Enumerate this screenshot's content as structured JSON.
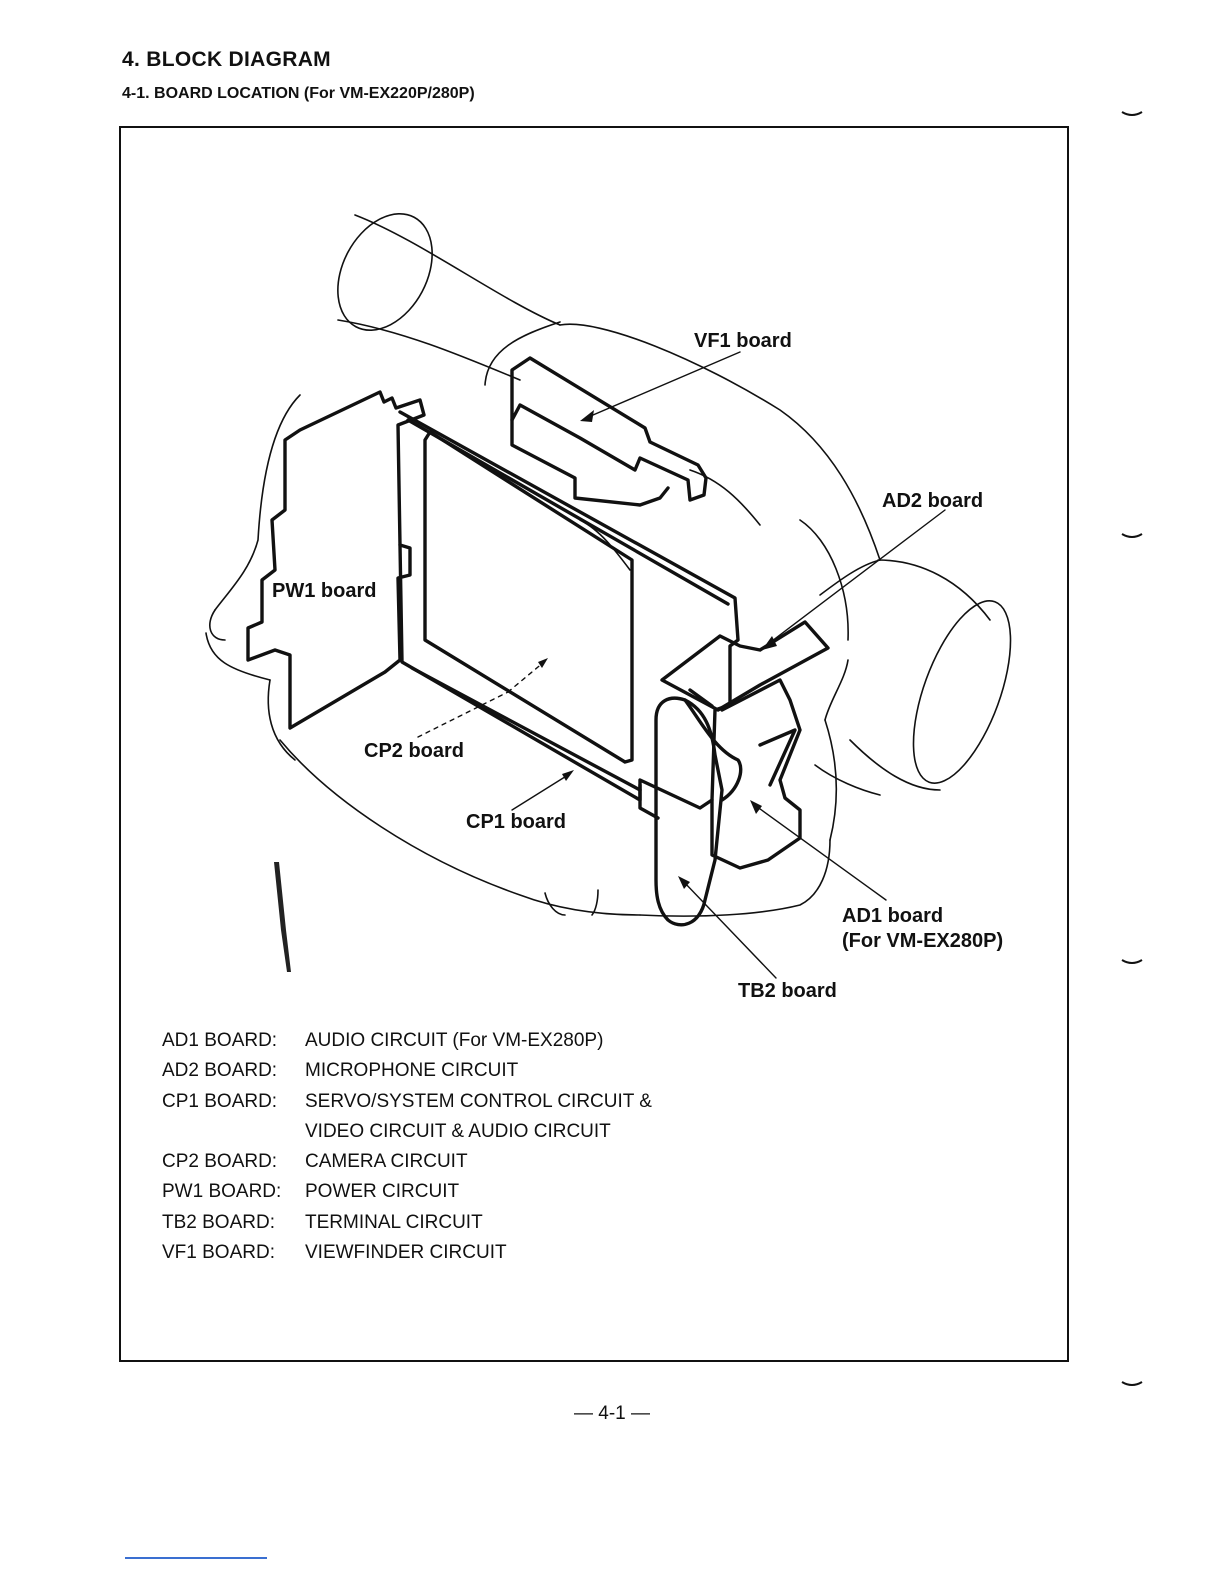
{
  "header": {
    "section_title": "4. BLOCK DIAGRAM",
    "subsection_title": "4-1. BOARD LOCATION (For VM-EX220P/280P)"
  },
  "diagram": {
    "callouts": {
      "vf1": "VF1 board",
      "ad2": "AD2 board",
      "pw1": "PW1 board",
      "cp2": "CP2 board",
      "cp1": "CP1 board",
      "ad1_line1": "AD1 board",
      "ad1_line2": "(For VM-EX280P)",
      "tb2": "TB2 board"
    }
  },
  "legend": {
    "rows": [
      {
        "key": "AD1 BOARD:",
        "value": "AUDIO CIRCUIT (For VM-EX280P)"
      },
      {
        "key": "AD2 BOARD:",
        "value": "MICROPHONE CIRCUIT"
      },
      {
        "key": "CP1 BOARD:",
        "value": "SERVO/SYSTEM CONTROL CIRCUIT &"
      },
      {
        "key": "",
        "value": "VIDEO CIRCUIT & AUDIO CIRCUIT"
      },
      {
        "key": "CP2 BOARD:",
        "value": "CAMERA CIRCUIT"
      },
      {
        "key": "PW1 BOARD:",
        "value": "POWER CIRCUIT"
      },
      {
        "key": "TB2 BOARD:",
        "value": "TERMINAL CIRCUIT"
      },
      {
        "key": "VF1 BOARD:",
        "value": "VIEWFINDER CIRCUIT"
      }
    ]
  },
  "footer": {
    "page_number": "— 4-1 —"
  }
}
